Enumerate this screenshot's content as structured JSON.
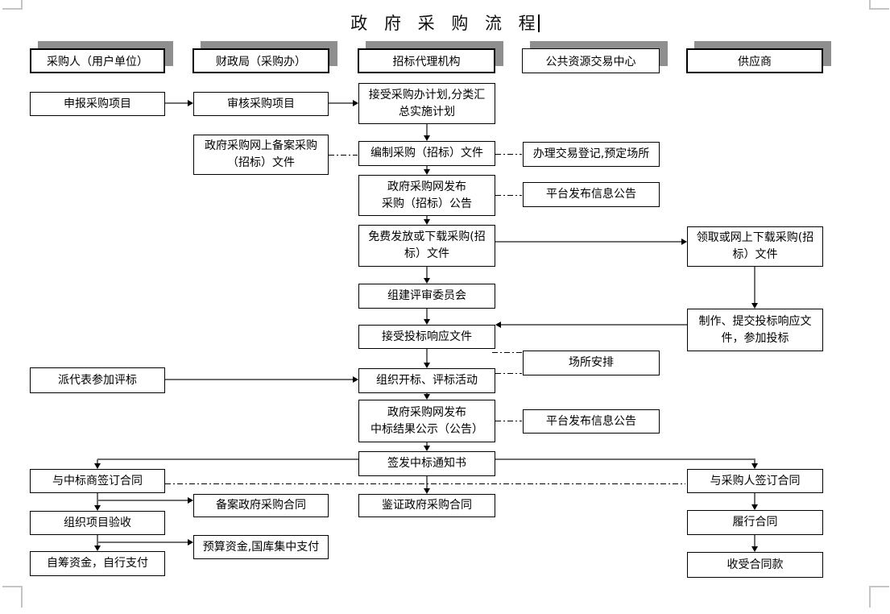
{
  "title": {
    "text": "政 府 采 购 流 程"
  },
  "colors": {
    "border": "#000000",
    "header_shadow": "#8f8f8f",
    "connector": "#6e6e6e"
  },
  "columns": [
    {
      "id": "purchaser",
      "header": "采购人（用户单位）"
    },
    {
      "id": "finance-bureau",
      "header": "财政局（采购办）"
    },
    {
      "id": "bidding-agency",
      "header": "招标代理机构"
    },
    {
      "id": "public-resources-trading-center",
      "header": "公共资源交易中心"
    },
    {
      "id": "supplier",
      "header": "供应商"
    }
  ],
  "nodes": {
    "c1b1": "申报采购项目",
    "c1b2": "派代表参加评标",
    "c1b3": "与中标商签订合同",
    "c1b4": "组织项目验收",
    "c1b5": "自筹资金，自行支付",
    "c2b1": "审核采购项目",
    "c2b2": "政府采购网上备案采购\n（招标）文件",
    "c2b3": "备案政府采购合同",
    "c2b4": "预算资金,国库集中支付",
    "c3b1": "接受采购办计划,分类汇\n总实施计划",
    "c3b2": "编制采购（招标）文件",
    "c3b3": "政府采购网发布\n采购（招标）公告",
    "c3b4": "免费发放或下载采购(招\n标）文件",
    "c3b5": "组建评审委员会",
    "c3b6": "接受投标响应文件",
    "c3b7": "组织开标、评标活动",
    "c3b8": "政府采购网发布\n中标结果公示（公告）",
    "c3b9": "签发中标通知书",
    "c3b10": "鉴证政府采购合同",
    "c4b1": "办理交易登记,预定场所",
    "c4b2": "平台发布信息公告",
    "c4b3": "场所安排",
    "c4b4": "平台发布信息公告",
    "c5b1": "领取或网上下载采购(招\n标）文件",
    "c5b2": "制作、提交投标响应文\n件，参加投标",
    "c5b3": "与采购人签订合同",
    "c5b4": "履行合同",
    "c5b5": "收受合同款"
  }
}
